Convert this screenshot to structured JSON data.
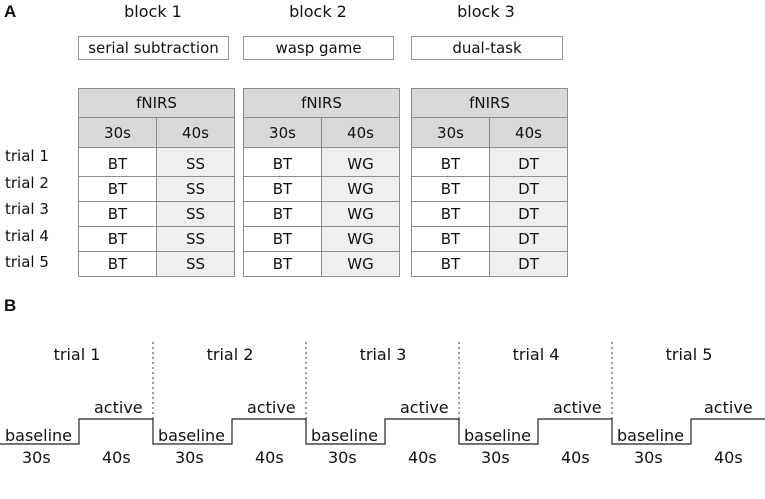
{
  "panel_a": {
    "letter": "A",
    "blocks": [
      {
        "title": "block 1",
        "task": "serial subtraction",
        "table_header": "fNIRS",
        "col_labels": [
          "30s",
          "40s"
        ],
        "baseline_code": "BT",
        "active_code": "SS"
      },
      {
        "title": "block 2",
        "task": "wasp game",
        "table_header": "fNIRS",
        "col_labels": [
          "30s",
          "40s"
        ],
        "baseline_code": "BT",
        "active_code": "WG"
      },
      {
        "title": "block 3",
        "task": "dual-task",
        "table_header": "fNIRS",
        "col_labels": [
          "30s",
          "40s"
        ],
        "baseline_code": "BT",
        "active_code": "DT"
      }
    ],
    "trials": [
      "trial 1",
      "trial 2",
      "trial 3",
      "trial 4",
      "trial 5"
    ]
  },
  "panel_b": {
    "letter": "B",
    "trials": [
      "trial 1",
      "trial 2",
      "trial 3",
      "trial 4",
      "trial 5"
    ],
    "baseline_label": "baseline",
    "active_label": "active",
    "baseline_duration": "30s",
    "active_duration": "40s"
  }
}
